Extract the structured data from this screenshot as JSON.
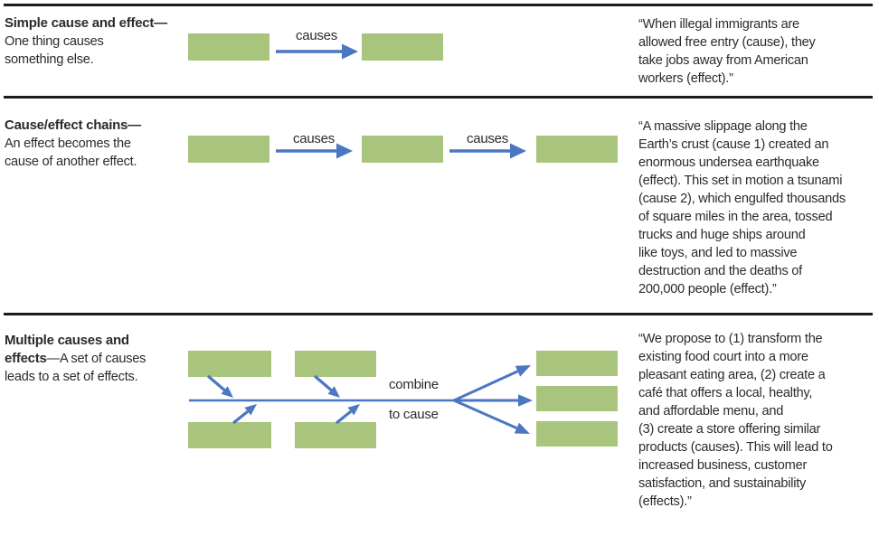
{
  "figure": {
    "colors": {
      "box_green": "#a8c47d",
      "arrow_blue": "#4a76c4",
      "text_dark": "#2b2b2b",
      "rule_black": "#1c1c1c"
    },
    "rows": [
      {
        "heading": "Simple cause and effect—",
        "description_lines": [
          "One thing causes",
          "something else."
        ],
        "arrow_labels": [
          "causes"
        ],
        "quote_lines": [
          "“When illegal immigrants are",
          "allowed free entry (cause), they",
          "take jobs away from American",
          "workers (effect).”"
        ]
      },
      {
        "heading": "Cause/effect chains—",
        "description_lines": [
          "An effect becomes the",
          "cause of another effect."
        ],
        "arrow_labels": [
          "causes",
          "causes"
        ],
        "quote_lines": [
          "“A massive slippage along the",
          "Earth’s crust (cause 1) created an",
          "enormous undersea earthquake",
          "(effect). This set in motion a tsunami",
          "(cause 2), which engulfed thousands",
          "of square miles in the area, tossed",
          "trucks and huge ships around",
          "like toys, and led to massive",
          "destruction and the deaths of",
          "200,000 people (effect).”"
        ]
      },
      {
        "heading_line1": "Multiple causes and",
        "heading_line2_bold": "effects",
        "heading_line2_rest": "—A set of causes",
        "description_lines": [
          "leads to a set of effects."
        ],
        "arrow_labels": [
          "combine",
          "to cause"
        ],
        "quote_lines": [
          "“We propose to (1) transform the",
          "existing food court into a more",
          "pleasant eating area, (2) create a",
          "café that offers a local, healthy,",
          "and affordable menu, and",
          "(3) create a store offering similar",
          "products (causes). This will lead to",
          "increased business, customer",
          "satisfaction, and sustainability",
          "(effects).”"
        ]
      }
    ]
  }
}
